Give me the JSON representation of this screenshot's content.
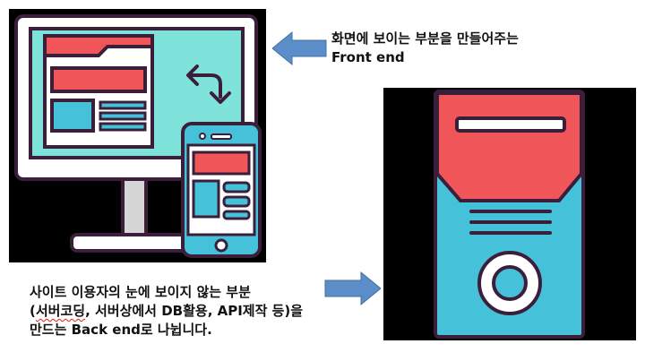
{
  "frontend": {
    "line1": "화면에 보이는 부분을 만들어주는",
    "line2": "Front end"
  },
  "backend": {
    "line1": "사이트 이용자의 눈에 보이지 않는 부분",
    "line2_pre": "(",
    "line2_spell": "서버코딩",
    "line2_post": ", 서버상에서 DB활용, API제작 등)을",
    "line3": "만드는 Back end로 나뉩니다."
  },
  "colors": {
    "outline": "#3b1f3a",
    "screen": "#7fe3dc",
    "red": "#f0555a",
    "blue": "#45c1d9",
    "gray": "#d6d6d6",
    "arrow": "#5b8ec9",
    "black": "#000000"
  },
  "icons": [
    "monitor-phone-illustration",
    "server-tower-illustration",
    "arrow-left-icon",
    "arrow-right-icon",
    "rotate-arrow-icon"
  ]
}
